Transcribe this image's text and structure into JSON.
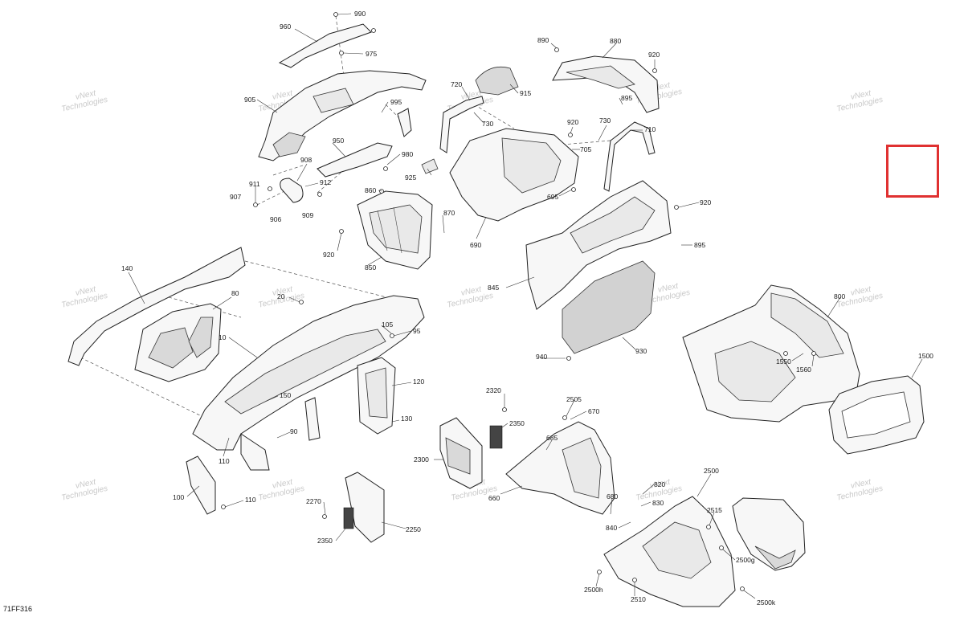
{
  "diagram": {
    "reference_code": "71FF316",
    "watermark_line1": "vNext",
    "watermark_line2": "Technologies",
    "highlight_color": "#e03131",
    "callouts": [
      {
        "id": "c990",
        "label": "990"
      },
      {
        "id": "c960",
        "label": "960"
      },
      {
        "id": "c975",
        "label": "975"
      },
      {
        "id": "c905",
        "label": "905"
      },
      {
        "id": "c995",
        "label": "995"
      },
      {
        "id": "c950",
        "label": "950"
      },
      {
        "id": "c980",
        "label": "980"
      },
      {
        "id": "c908",
        "label": "908"
      },
      {
        "id": "c911",
        "label": "911"
      },
      {
        "id": "c912",
        "label": "912"
      },
      {
        "id": "c907",
        "label": "907"
      },
      {
        "id": "c906",
        "label": "906"
      },
      {
        "id": "c909",
        "label": "909"
      },
      {
        "id": "c925",
        "label": "925"
      },
      {
        "id": "c860",
        "label": "860"
      },
      {
        "id": "c870",
        "label": "870"
      },
      {
        "id": "c920a",
        "label": "920"
      },
      {
        "id": "c850",
        "label": "850"
      },
      {
        "id": "c890",
        "label": "890"
      },
      {
        "id": "c880",
        "label": "880"
      },
      {
        "id": "c920b",
        "label": "920"
      },
      {
        "id": "c895a",
        "label": "895"
      },
      {
        "id": "c720",
        "label": "720"
      },
      {
        "id": "c915",
        "label": "915"
      },
      {
        "id": "c730a",
        "label": "730"
      },
      {
        "id": "c920c",
        "label": "920"
      },
      {
        "id": "c730b",
        "label": "730"
      },
      {
        "id": "c710",
        "label": "710"
      },
      {
        "id": "c705",
        "label": "705"
      },
      {
        "id": "c695",
        "label": "695"
      },
      {
        "id": "c690",
        "label": "690"
      },
      {
        "id": "c920d",
        "label": "920"
      },
      {
        "id": "c895b",
        "label": "895"
      },
      {
        "id": "c845",
        "label": "845"
      },
      {
        "id": "c930",
        "label": "930"
      },
      {
        "id": "c940",
        "label": "940"
      },
      {
        "id": "c140",
        "label": "140"
      },
      {
        "id": "c80",
        "label": "80"
      },
      {
        "id": "c20",
        "label": "20"
      },
      {
        "id": "c105",
        "label": "105"
      },
      {
        "id": "c95",
        "label": "95"
      },
      {
        "id": "c10",
        "label": "10"
      },
      {
        "id": "c150",
        "label": "150"
      },
      {
        "id": "c120",
        "label": "120"
      },
      {
        "id": "c130",
        "label": "130"
      },
      {
        "id": "c90",
        "label": "90"
      },
      {
        "id": "c110a",
        "label": "110"
      },
      {
        "id": "c100",
        "label": "100"
      },
      {
        "id": "c110b",
        "label": "110"
      },
      {
        "id": "c800",
        "label": "800"
      },
      {
        "id": "c1550",
        "label": "1550"
      },
      {
        "id": "c1560",
        "label": "1560"
      },
      {
        "id": "c1500",
        "label": "1500"
      },
      {
        "id": "c2320",
        "label": "2320"
      },
      {
        "id": "c2350a",
        "label": "2350"
      },
      {
        "id": "c2300",
        "label": "2300"
      },
      {
        "id": "c2505",
        "label": "2505"
      },
      {
        "id": "c670",
        "label": "670"
      },
      {
        "id": "c685",
        "label": "685"
      },
      {
        "id": "c660",
        "label": "660"
      },
      {
        "id": "c680",
        "label": "680"
      },
      {
        "id": "c2500",
        "label": "2500"
      },
      {
        "id": "c820",
        "label": "820"
      },
      {
        "id": "c830",
        "label": "830"
      },
      {
        "id": "c2515",
        "label": "2515"
      },
      {
        "id": "c840",
        "label": "840"
      },
      {
        "id": "c2500g",
        "label": "2500g"
      },
      {
        "id": "c2500h",
        "label": "2500h"
      },
      {
        "id": "c2510",
        "label": "2510"
      },
      {
        "id": "c2500k",
        "label": "2500k"
      },
      {
        "id": "c2270",
        "label": "2270"
      },
      {
        "id": "c2250",
        "label": "2250"
      },
      {
        "id": "c2350b",
        "label": "2350"
      }
    ]
  }
}
